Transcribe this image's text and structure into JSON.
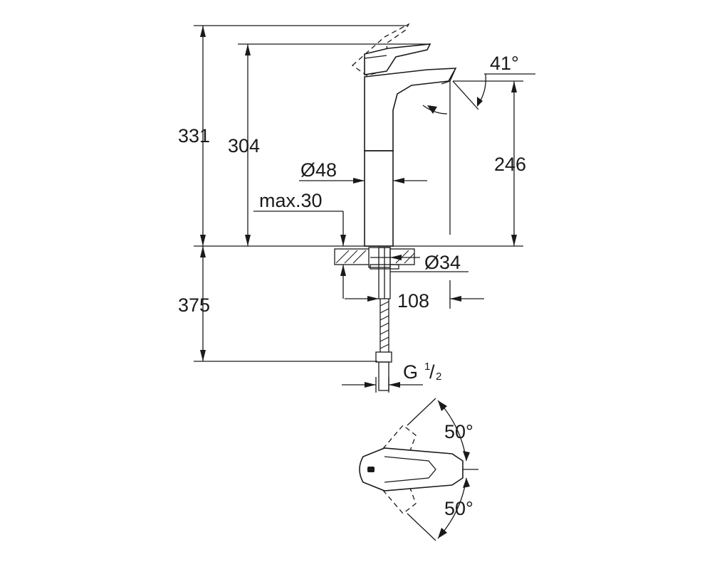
{
  "dimensions": {
    "overall_height": "331",
    "lever_height": "304",
    "spout_height": "246",
    "spout_angle": "41°",
    "body_diameter": "Ø48",
    "max_thickness": "max.30",
    "hole_diameter": "Ø34",
    "projection": "108",
    "hose_length": "375",
    "connection_thread": "G",
    "thread_numerator": "1",
    "thread_denominator": "2",
    "lever_angle_up": "50°",
    "lever_angle_down": "50°"
  },
  "colors": {
    "line": "#1a1a1a",
    "background": "#ffffff"
  }
}
